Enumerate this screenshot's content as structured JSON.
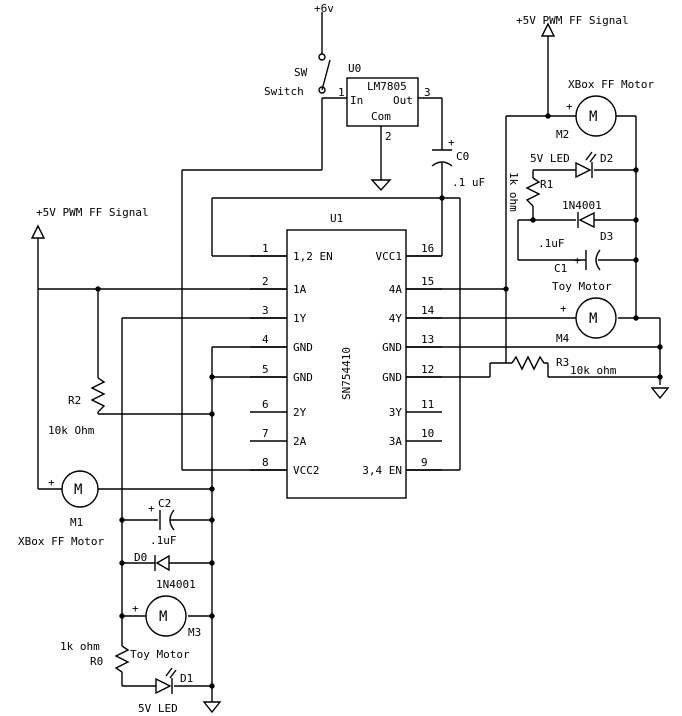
{
  "ic": {
    "name": "U1",
    "part": "SN754410",
    "pins_left": [
      {
        "num": "1",
        "label": "1,2 EN"
      },
      {
        "num": "2",
        "label": "1A"
      },
      {
        "num": "3",
        "label": "1Y"
      },
      {
        "num": "4",
        "label": "GND"
      },
      {
        "num": "5",
        "label": "GND"
      },
      {
        "num": "6",
        "label": "2Y"
      },
      {
        "num": "7",
        "label": "2A"
      },
      {
        "num": "8",
        "label": "VCC2"
      }
    ],
    "pins_right": [
      {
        "num": "16",
        "label": "VCC1"
      },
      {
        "num": "15",
        "label": "4A"
      },
      {
        "num": "14",
        "label": "4Y"
      },
      {
        "num": "13",
        "label": "GND"
      },
      {
        "num": "12",
        "label": "GND"
      },
      {
        "num": "11",
        "label": "3Y"
      },
      {
        "num": "10",
        "label": "3A"
      },
      {
        "num": "9",
        "label": "3,4 EN"
      }
    ]
  },
  "regulator": {
    "name": "U0",
    "part": "LM7805",
    "in_label": "In",
    "out_label": "Out",
    "com_label": "Com",
    "pin_in": "1",
    "pin_out": "3",
    "pin_com": "2"
  },
  "supply": {
    "label": "+6v"
  },
  "switch": {
    "label_sw": "SW",
    "label_switch": "Switch"
  },
  "c0": {
    "name": "C0",
    "value": ".1 uF"
  },
  "signal_left": {
    "label": "+5V PWM FF Signal"
  },
  "signal_right": {
    "label": "+5V PWM FF Signal"
  },
  "m1": {
    "name": "M1",
    "desc": "XBox FF Motor",
    "symbol": "M"
  },
  "m2": {
    "name": "M2",
    "desc": "XBox FF Motor",
    "symbol": "M"
  },
  "m3": {
    "name": "M3",
    "desc": "Toy Motor",
    "symbol": "M"
  },
  "m4": {
    "name": "M4",
    "desc": "Toy Motor",
    "symbol": "M"
  },
  "r0": {
    "name": "R0",
    "value": "1k ohm"
  },
  "r1": {
    "name": "R1",
    "value": "1k ohm"
  },
  "r2": {
    "name": "R2",
    "value": "10k Ohm"
  },
  "r3": {
    "name": "R3",
    "value": "10k ohm"
  },
  "c1": {
    "name": "C1",
    "value": ".1uF"
  },
  "c2": {
    "name": "C2",
    "value": ".1uF"
  },
  "d0": {
    "name": "D0",
    "part": "1N4001"
  },
  "d3": {
    "name": "D3",
    "part": "1N4001"
  },
  "d1": {
    "name": "D1",
    "desc": "5V LED"
  },
  "d2": {
    "name": "D2",
    "desc": "5V LED"
  },
  "plus": "+"
}
